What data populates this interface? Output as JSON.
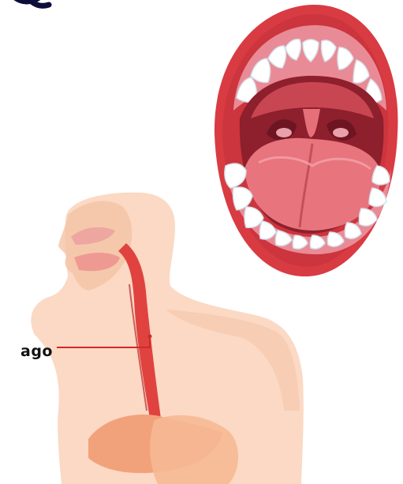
{
  "diagram": {
    "label_text": "ago",
    "colors": {
      "skin": "#fbd9c4",
      "skin_shadow": "#f4c3a6",
      "esophagus": "#e0433f",
      "esophagus_dark": "#b92a2c",
      "leader_line": "#d02a2a",
      "lip": "#d93b43",
      "lip_dark": "#b52a35",
      "mouth_inner": "#8e1f2c",
      "palate": "#c84651",
      "tongue": "#e8747d",
      "teeth": "#ffffff",
      "gum": "#e98b96",
      "stomach": "#f2a27a",
      "title_fragment": "#0d0d3a"
    },
    "icons": [
      "open-mouth-illustration",
      "digestive-tract-illustration"
    ]
  }
}
